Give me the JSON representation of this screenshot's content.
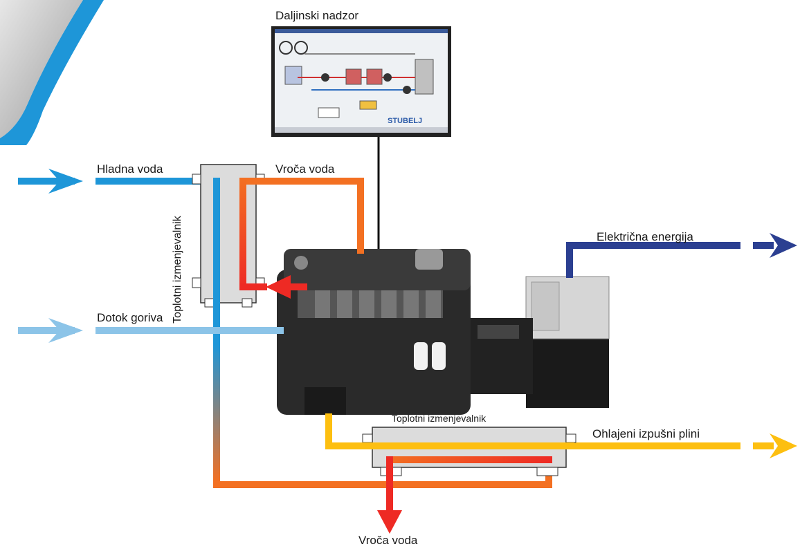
{
  "labels": {
    "remote_monitoring": "Daljinski nadzor",
    "cold_water": "Hladna voda",
    "hot_water_top": "Vroča voda",
    "heat_exchanger_left": "Toplotni izmenjevalnik",
    "fuel_supply": "Dotok goriva",
    "electric_energy": "Električna energija",
    "heat_exchanger_bottom": "Toplotni izmenjevalnik",
    "cooled_exhaust": "Ohlajeni izpušni plini",
    "hot_water_bottom": "Vroča voda",
    "monitor_brand": "STUBELJ"
  },
  "colors": {
    "cold_water": "#1e96d8",
    "hot_water": "#f37022",
    "hot_red": "#ee2a24",
    "fuel": "#8cc4e8",
    "electric": "#2b3f91",
    "exhaust": "#fdbf10",
    "exchanger_fill": "#dcdcdc"
  },
  "icons": {
    "engine": "engine-generator-icon",
    "monitor": "monitor-screen-icon",
    "corner": "photo-corner-decoration"
  }
}
